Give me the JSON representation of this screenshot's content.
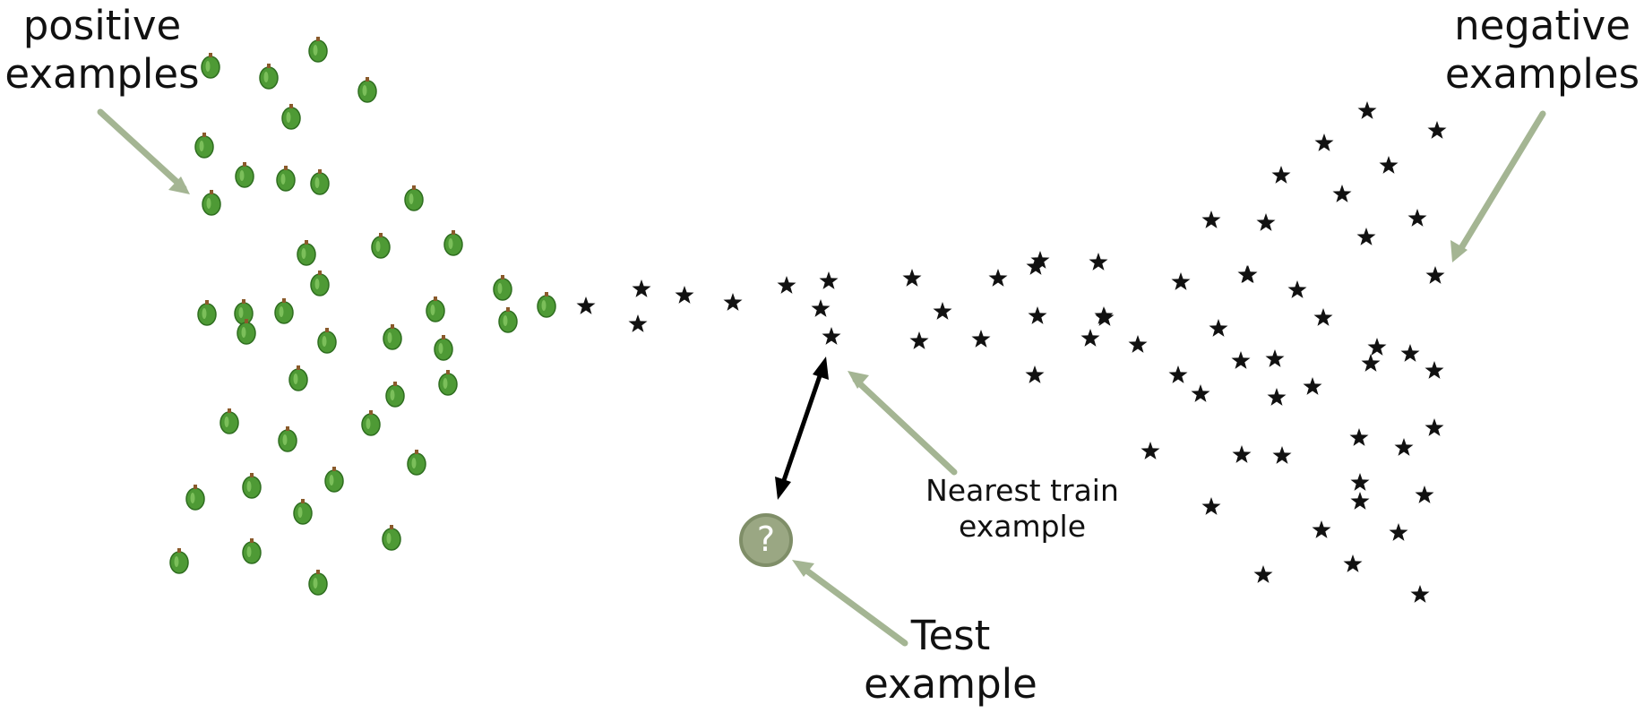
{
  "labels": {
    "positive": [
      "positive",
      "examples"
    ],
    "negative": [
      "negative",
      "examples"
    ],
    "nearest": [
      "Nearest train",
      "example"
    ],
    "test": [
      "Test",
      "example"
    ]
  },
  "test_marker": {
    "symbol": "?"
  },
  "icons": {
    "positive_point": "green-pepper-icon",
    "negative_point": "black-star-icon",
    "test_point": "question-circle-icon"
  },
  "colors": {
    "arrow": "#a4b593",
    "test_fill": "#9aa783",
    "test_stroke": "#7f8e68",
    "pepper": "#4e9a35",
    "star": "#111111"
  }
}
